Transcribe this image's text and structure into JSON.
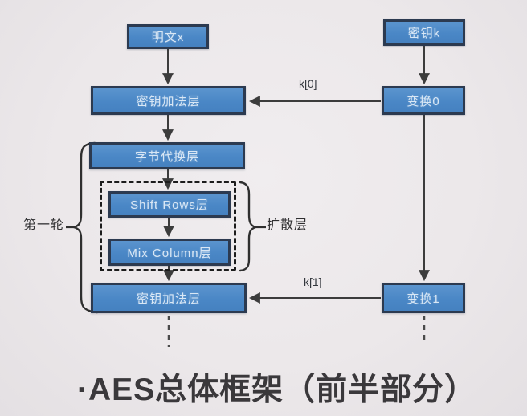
{
  "diagram": {
    "nodes": {
      "plaintext": {
        "label": "明文x"
      },
      "key": {
        "label": "密钥k"
      },
      "key_addition_top": {
        "label": "密钥加法层"
      },
      "transform0": {
        "label": "变换0"
      },
      "byte_substitution": {
        "label": "字节代换层"
      },
      "shift_rows": {
        "label": "Shift Rows层"
      },
      "mix_column": {
        "label": "Mix Column层"
      },
      "key_addition_bottom": {
        "label": "密钥加法层"
      },
      "transform1": {
        "label": "变换1"
      }
    },
    "edge_labels": {
      "k0": "k[0]",
      "k1": "k[1]"
    },
    "annotations": {
      "first_round": "第一轮",
      "diffusion_layer": "扩散层"
    }
  },
  "title": "·AES总体框架（前半部分）",
  "colors": {
    "background": "#ece8ea",
    "node_fill": "#4a87c6",
    "node_border": "#2c3a50",
    "node_text": "#d9e7f5",
    "connector": "#3c3c3c",
    "title_text": "#3a383b"
  }
}
